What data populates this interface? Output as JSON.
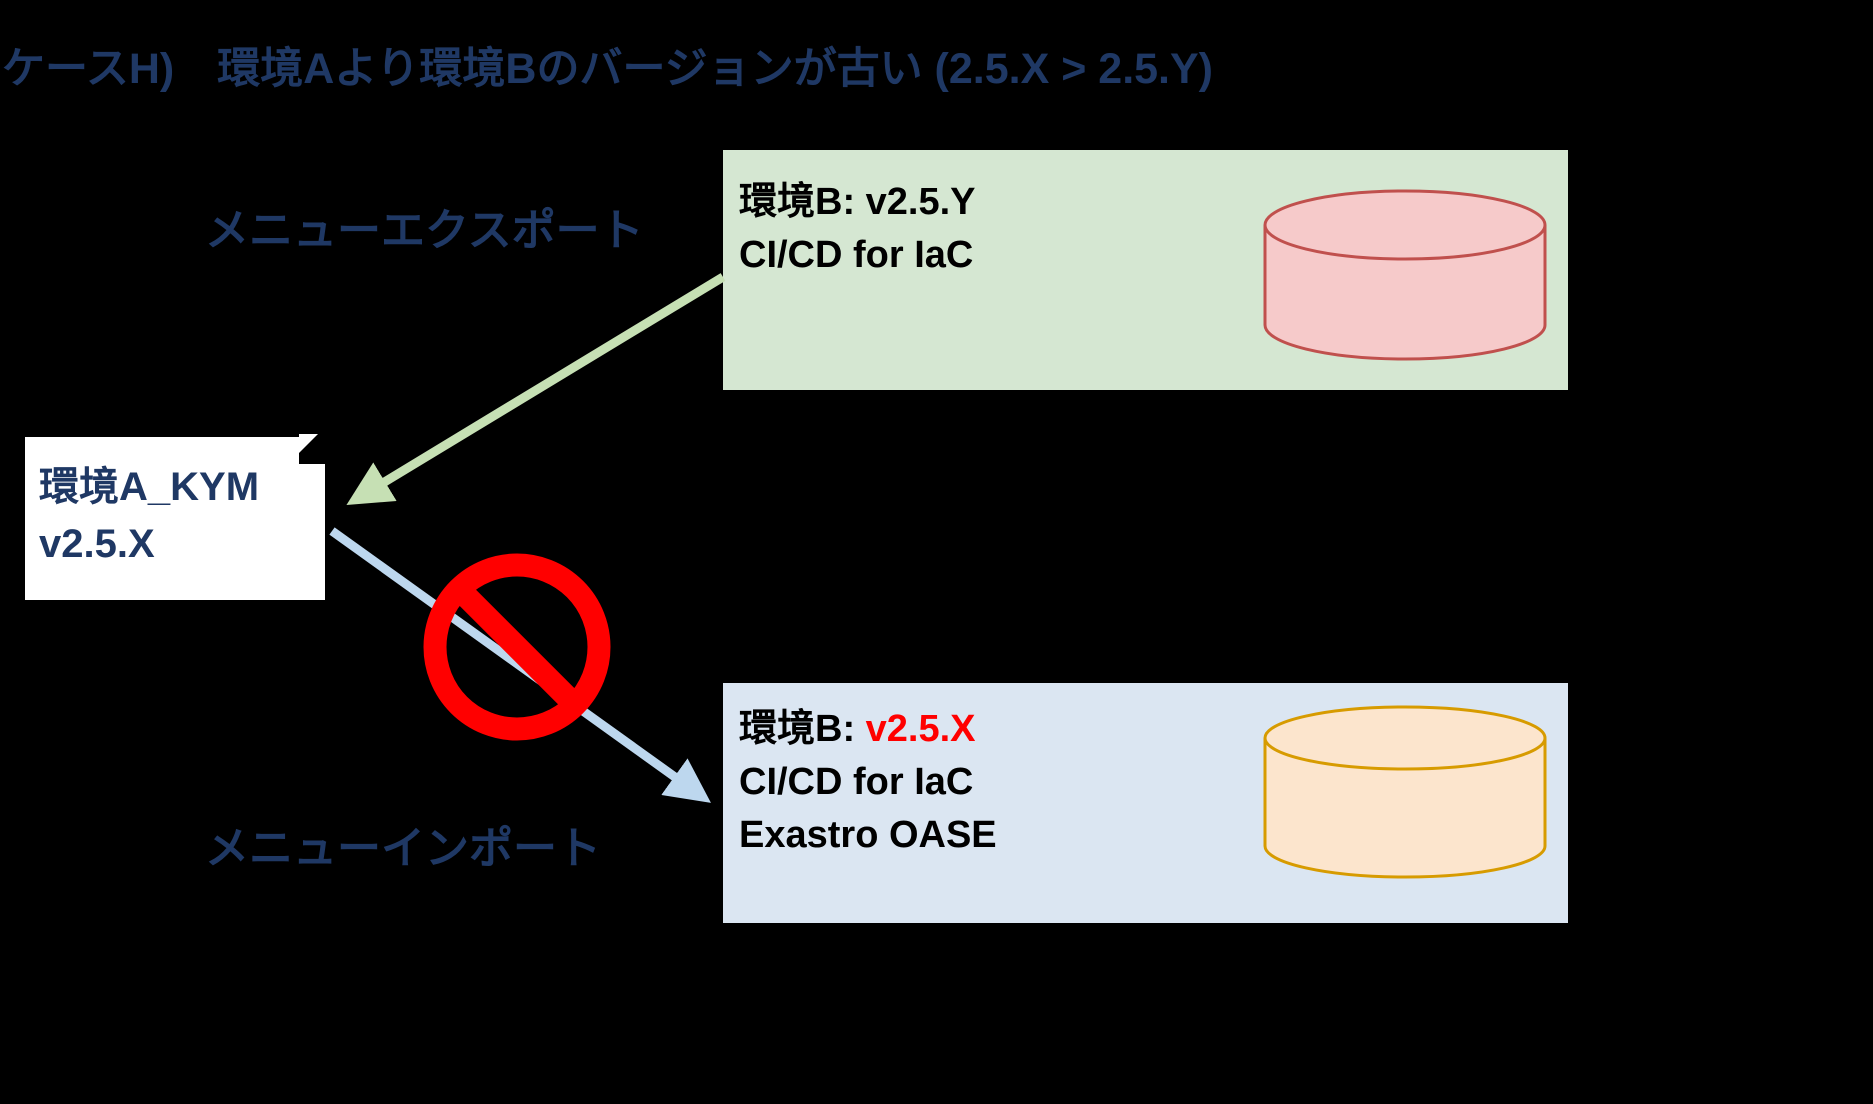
{
  "title": "ケースH)　環境Aより環境Bのバージョンが古い (2.5.X > 2.5.Y)",
  "flow_labels": {
    "export": "メニューエクスポート",
    "import": "メニューインポート"
  },
  "env_a": {
    "name": "環境A_KYM",
    "version": "v2.5.X"
  },
  "env_b_export": {
    "title": "環境B: v2.5.Y",
    "subtitle": "CI/CD for IaC"
  },
  "env_b_import": {
    "title_prefix": "環境B: ",
    "title_version": "v2.5.X",
    "line2": "CI/CD for IaC",
    "line3": "Exastro OASE"
  },
  "icons": {
    "export_database": "database-cylinder",
    "import_database": "database-cylinder",
    "prohibition": "no-entry-sign",
    "note": "note-corner-badge",
    "export_arrow": "arrow-down-left",
    "import_arrow": "arrow-down-right"
  },
  "colors": {
    "background": "#000000",
    "navy": "#1f3864",
    "green_box": "#d5e7d2",
    "blue_box": "#dbe6f2",
    "white_box": "#ffffff",
    "pink_fill": "#f6caca",
    "pink_stroke": "#c0504d",
    "orange_fill": "#fce5cd",
    "orange_stroke": "#d79b00",
    "arrow_green": "#c6e0b4",
    "arrow_blue": "#bdd7ee",
    "red": "#ff0000",
    "text_black": "#000000"
  }
}
